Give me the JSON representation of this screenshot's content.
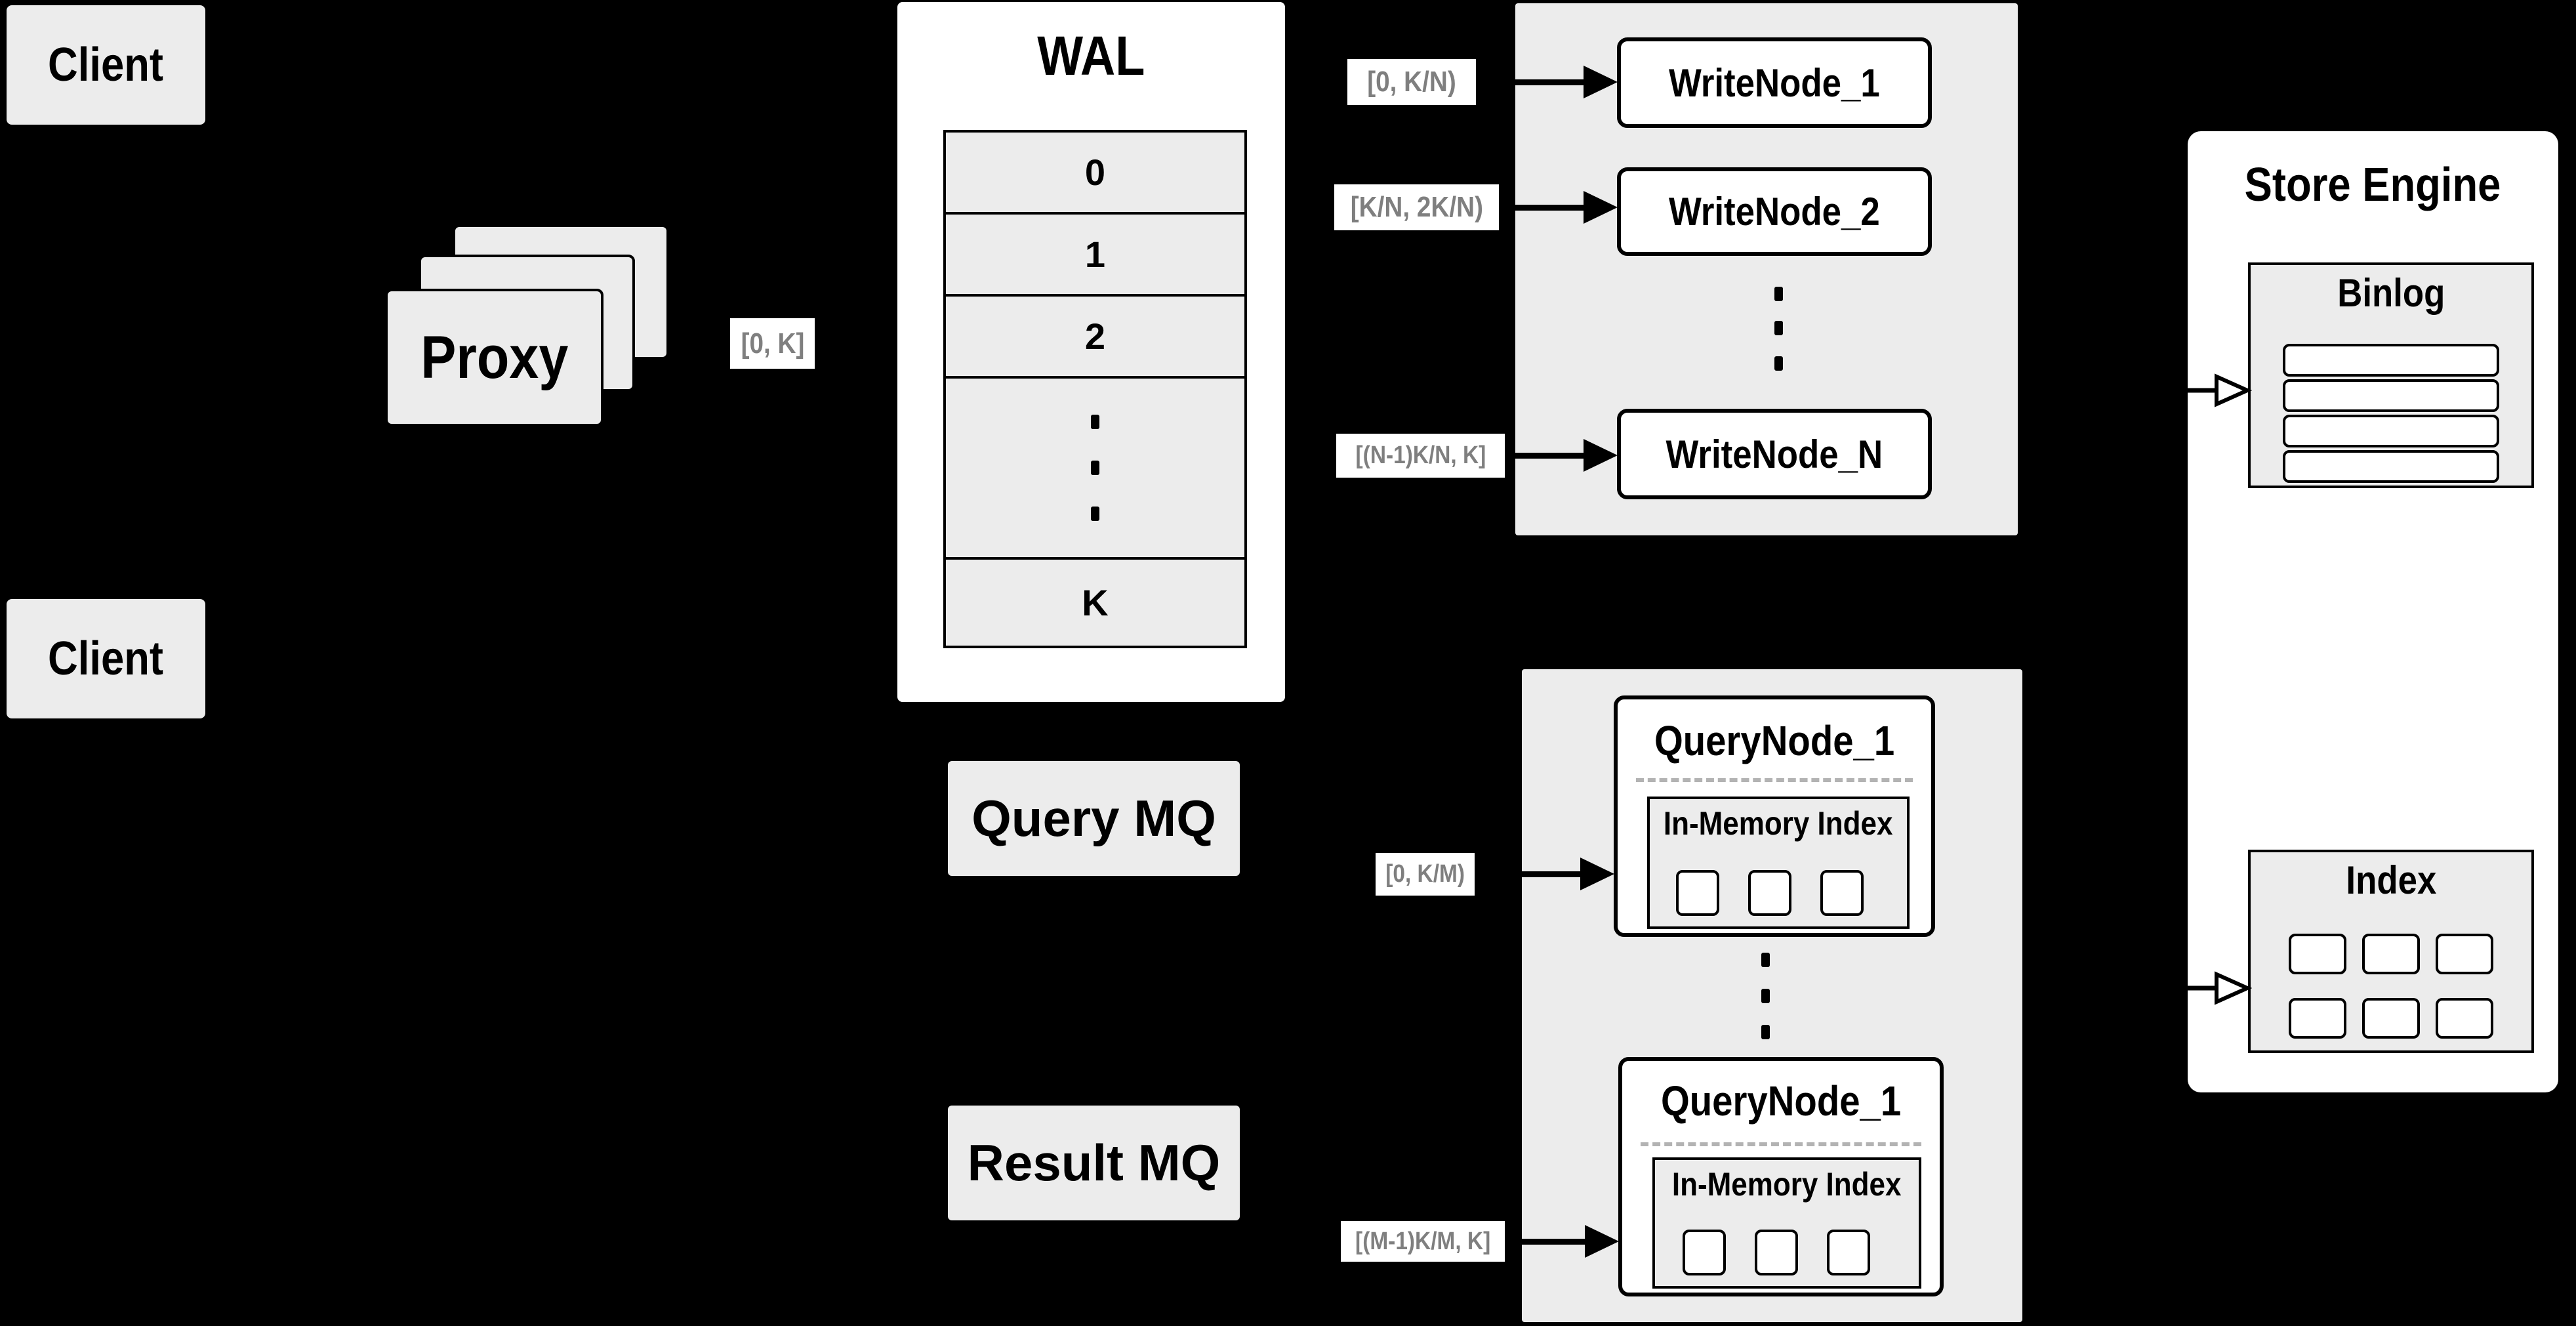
{
  "colors": {
    "background": "#000000",
    "panel_gray": "#ececec",
    "box_white": "#ffffff",
    "border_black": "#000000",
    "range_label_text": "#7f7f7f",
    "dashed_divider": "#b3b3b3"
  },
  "clients": {
    "top_label": "Client",
    "bottom_label": "Client"
  },
  "proxy": {
    "label": "Proxy"
  },
  "wal": {
    "title": "WAL",
    "rows": [
      "0",
      "1",
      "2",
      "K"
    ]
  },
  "range_labels": {
    "proxy_to_wal": "[0, K]",
    "write_1": "[0, K/N)",
    "write_2": "[K/N, 2K/N)",
    "write_n": "[(N-1)K/N, K]",
    "query_1": "[0, K/M)",
    "query_m": "[(M-1)K/M, K]"
  },
  "write_nodes": {
    "node_1": "WriteNode_1",
    "node_2": "WriteNode_2",
    "node_n": "WriteNode_N"
  },
  "query_nodes": {
    "top": {
      "title": "QueryNode_1",
      "inner_title": "In-Memory Index"
    },
    "bottom": {
      "title": "QueryNode_1",
      "inner_title": "In-Memory Index"
    }
  },
  "mq": {
    "query_label": "Query MQ",
    "result_label": "Result MQ"
  },
  "store_engine": {
    "title": "Store Engine",
    "binlog_title": "Binlog",
    "index_title": "Index"
  }
}
